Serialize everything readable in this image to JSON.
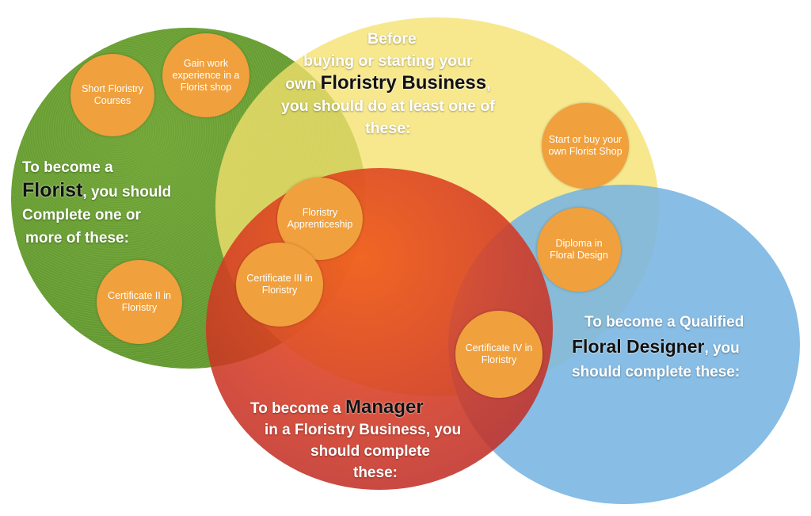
{
  "circles": {
    "florist": {
      "color": "#66992f",
      "heading": {
        "line1": "To become a",
        "line2_keyword": "Florist",
        "line2_rest": ", you should",
        "line3": "Complete one or",
        "line4": "more of these:"
      }
    },
    "business": {
      "color": "#f5e26e",
      "heading": {
        "line1": "Before",
        "line2": "buying or starting your",
        "line3_pre": "own ",
        "line3_keyword": "Floristry Business",
        "line3_rest": ",",
        "line4": "you should do at least one of",
        "line5": "these:"
      }
    },
    "designer": {
      "color": "#78b4e1",
      "heading": {
        "line1": "To become a Qualified",
        "line2_keyword": "Floral Designer",
        "line2_rest": ", you",
        "line3": "should complete these:"
      }
    },
    "manager": {
      "color": "#d63c23",
      "heading": {
        "line1_pre": "To become a ",
        "line1_keyword": "Manager",
        "line2": "in a Floristry Business, you",
        "line3": "should complete",
        "line4": "these:"
      }
    }
  },
  "courses": {
    "short_floristry": "Short Floristry Courses",
    "work_experience": "Gain work experience in a Florist shop",
    "cert_ii": "Certificate II in Floristry",
    "apprenticeship": "Floristry Apprenticeship",
    "cert_iii": "Certificate III in Floristry",
    "start_buy_shop": "Start or buy your own Florist Shop",
    "diploma": "Diploma in Floral Design",
    "cert_iv": "Certificate IV in Floristry"
  },
  "pill_color": "#f0a03c"
}
